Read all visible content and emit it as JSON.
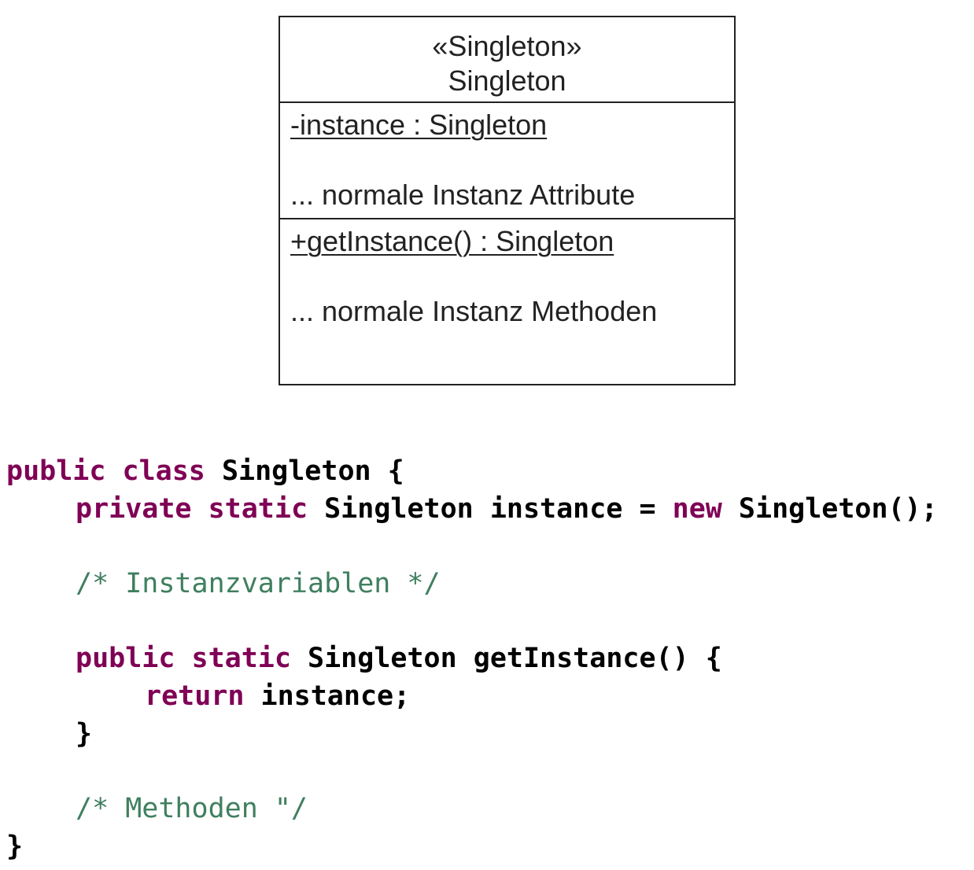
{
  "uml": {
    "stereotype": "«Singleton»",
    "class_name": "Singleton",
    "attributes": [
      "-instance : Singleton",
      "... normale Instanz Attribute"
    ],
    "operations": [
      "+getInstance() : Singleton",
      "... normale Instanz Methoden"
    ]
  },
  "code": {
    "line1": {
      "kw1": "public",
      "kw2": "class",
      "rest": "Singleton {"
    },
    "line2": {
      "kw1": "private",
      "kw2": "static",
      "mid": "Singleton instance =",
      "kw3": "new",
      "rest": "Singleton();"
    },
    "line3": {
      "comment": "/* Instanzvariablen */"
    },
    "line4": {
      "kw1": "public",
      "kw2": "static",
      "rest": "Singleton getInstance() {"
    },
    "line5": {
      "kw1": "return",
      "rest": "instance;"
    },
    "line6": {
      "rest": "}"
    },
    "line7": {
      "comment": "/* Methoden \"/"
    },
    "line8": {
      "rest": "}"
    }
  }
}
